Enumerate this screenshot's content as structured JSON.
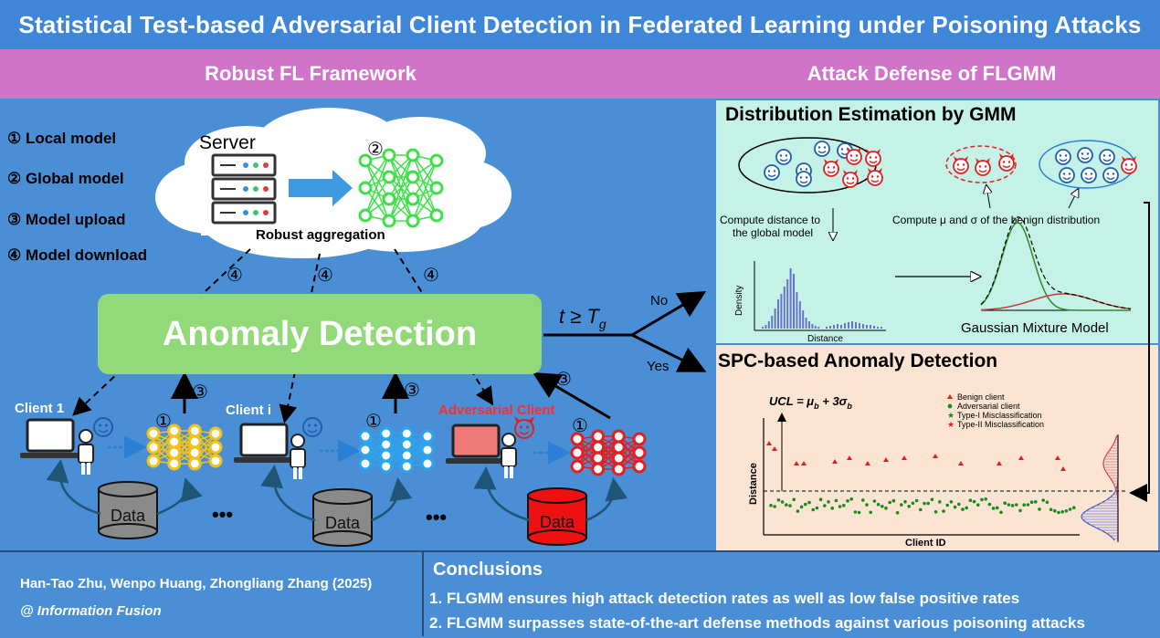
{
  "title": "Statistical Test-based Adversarial Client Detection in Federated Learning under Poisoning Attacks",
  "sections": {
    "left": "Robust FL Framework",
    "right": "Attack Defense of FLGMM"
  },
  "legend": [
    "① Local model",
    "② Global model",
    "③ Model upload",
    "④ Model download"
  ],
  "framework": {
    "server_label": "Server",
    "aggregation_label": "Robust aggregation",
    "anomaly_detection": "Anomaly Detection",
    "threshold": "t ≥ T",
    "threshold_sub": "g",
    "no_label": "No",
    "yes_label": "Yes",
    "clients": [
      "Client 1",
      "Client i",
      "Adversarial Client"
    ],
    "data_label": "Data",
    "ellipsis": "•••",
    "step_global": "②",
    "step_local": "①",
    "step_upload": "③",
    "step_download": "④"
  },
  "gmm": {
    "title": "Distribution Estimation by GMM",
    "compute_distance": "Compute distance to",
    "compute_distance_2": "the global model",
    "compute_mu_sigma": "Compute μ and σ of the benign distribution",
    "density_label": "Density",
    "distance_label": "Distance",
    "model_label": "Gaussian Mixture Model"
  },
  "spc": {
    "title": "SPC-based Anomaly Detection",
    "ucl": "UCL = μ",
    "ucl_sub1": "b",
    "ucl_mid": " + 3σ",
    "ucl_sub2": "b",
    "legend": [
      "Benign client",
      "Adversarial client",
      "Type-I Misclassification",
      "Type-II Misclassification"
    ],
    "y_label": "Distance",
    "x_label": "Client ID",
    "colors": {
      "adversarial": "#e02020",
      "benign": "#1a8a1a",
      "type1": "#1a8a1a",
      "type2": "#e02020"
    }
  },
  "footer": {
    "authors": "Han-Tao Zhu, Wenpo Huang, Zhongliang Zhang (2025)",
    "venue": "@ Information Fusion",
    "conclusions_title": "Conclusions",
    "conclusions": [
      "1. FLGMM ensures high attack detection rates as well as low false positive rates",
      "2. FLGMM surpasses state-of-the-art defense methods against various poisoning attacks"
    ]
  },
  "colors": {
    "title_bg": "#3f86d6",
    "subbar_bg": "#d073c9",
    "anomaly_box": "#92d97a",
    "gmm_bg": "#c5f2e6",
    "spc_bg": "#fbe4d2",
    "benign_net": "#f2c21b",
    "client_i_net": "#29a6f0",
    "adversarial_net": "#e02020"
  }
}
